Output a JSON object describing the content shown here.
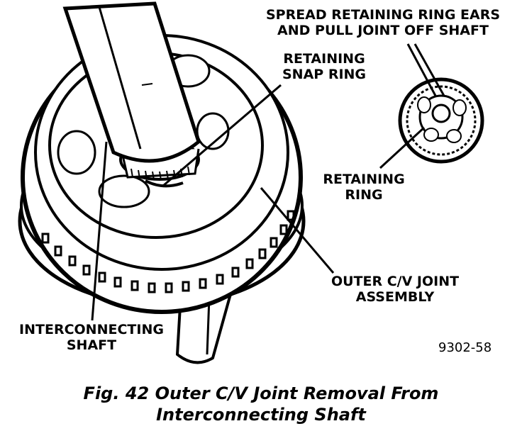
{
  "labels": {
    "spread_line1": "SPREAD RETAINING RING EARS",
    "spread_line2": "AND PULL JOINT OFF SHAFT",
    "snap_line1": "RETAINING",
    "snap_line2": "SNAP RING",
    "ring_line1": "RETAINING",
    "ring_line2": "RING",
    "outer_line1": "OUTER C/V JOINT",
    "outer_line2": "ASSEMBLY",
    "shaft_line1": "INTERCONNECTING",
    "shaft_line2": "SHAFT"
  },
  "figure_code": "9302-58",
  "caption": {
    "line1": "Fig. 42 Outer C/V Joint Removal From",
    "line2": "Interconnecting Shaft"
  }
}
